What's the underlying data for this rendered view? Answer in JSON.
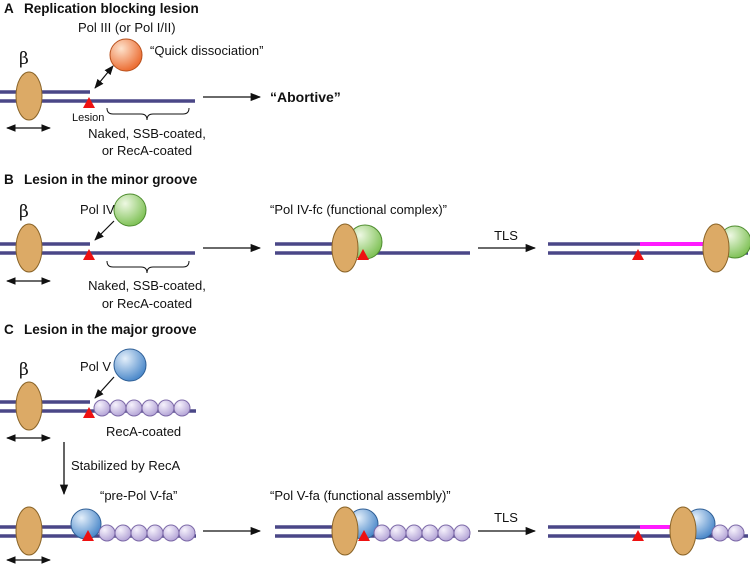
{
  "colors": {
    "dna": "#4a4787",
    "clamp_fill": "#dcaa66",
    "clamp_stroke": "#8a6428",
    "pol3": "#f08a52",
    "pol4": "#9fd27a",
    "pol5": "#6fa3d8",
    "reca": "#cdc2e6",
    "lesion": "#ee1111",
    "tls_strand": "#ff1aff"
  },
  "panels": {
    "a": {
      "letter": "A",
      "title": "Replication blocking lesion",
      "clamp_label": "β",
      "pol_label": "Pol III (or Pol I/II)",
      "dissociation": "“Quick dissociation”",
      "lesion_label": "Lesion",
      "coating_line1": "Naked, SSB-coated,",
      "coating_line2": "or RecA-coated",
      "outcome": "“Abortive”"
    },
    "b": {
      "letter": "B",
      "title": "Lesion in the minor groove",
      "clamp_label": "β",
      "pol_label": "Pol IV",
      "coating_line1": "Naked, SSB-coated,",
      "coating_line2": "or RecA-coated",
      "complex_label": "“Pol IV-fc (functional complex)”",
      "tls_label": "TLS"
    },
    "c": {
      "letter": "C",
      "title": "Lesion in the major groove",
      "clamp_label": "β",
      "pol_label": "Pol V",
      "reca_label": "RecA-coated",
      "stabilized_label": "Stabilized by RecA",
      "pre_label": "“pre-Pol V-fa”",
      "assembly_label": "“Pol V-fa (functional assembly)”",
      "tls_label": "TLS"
    }
  }
}
